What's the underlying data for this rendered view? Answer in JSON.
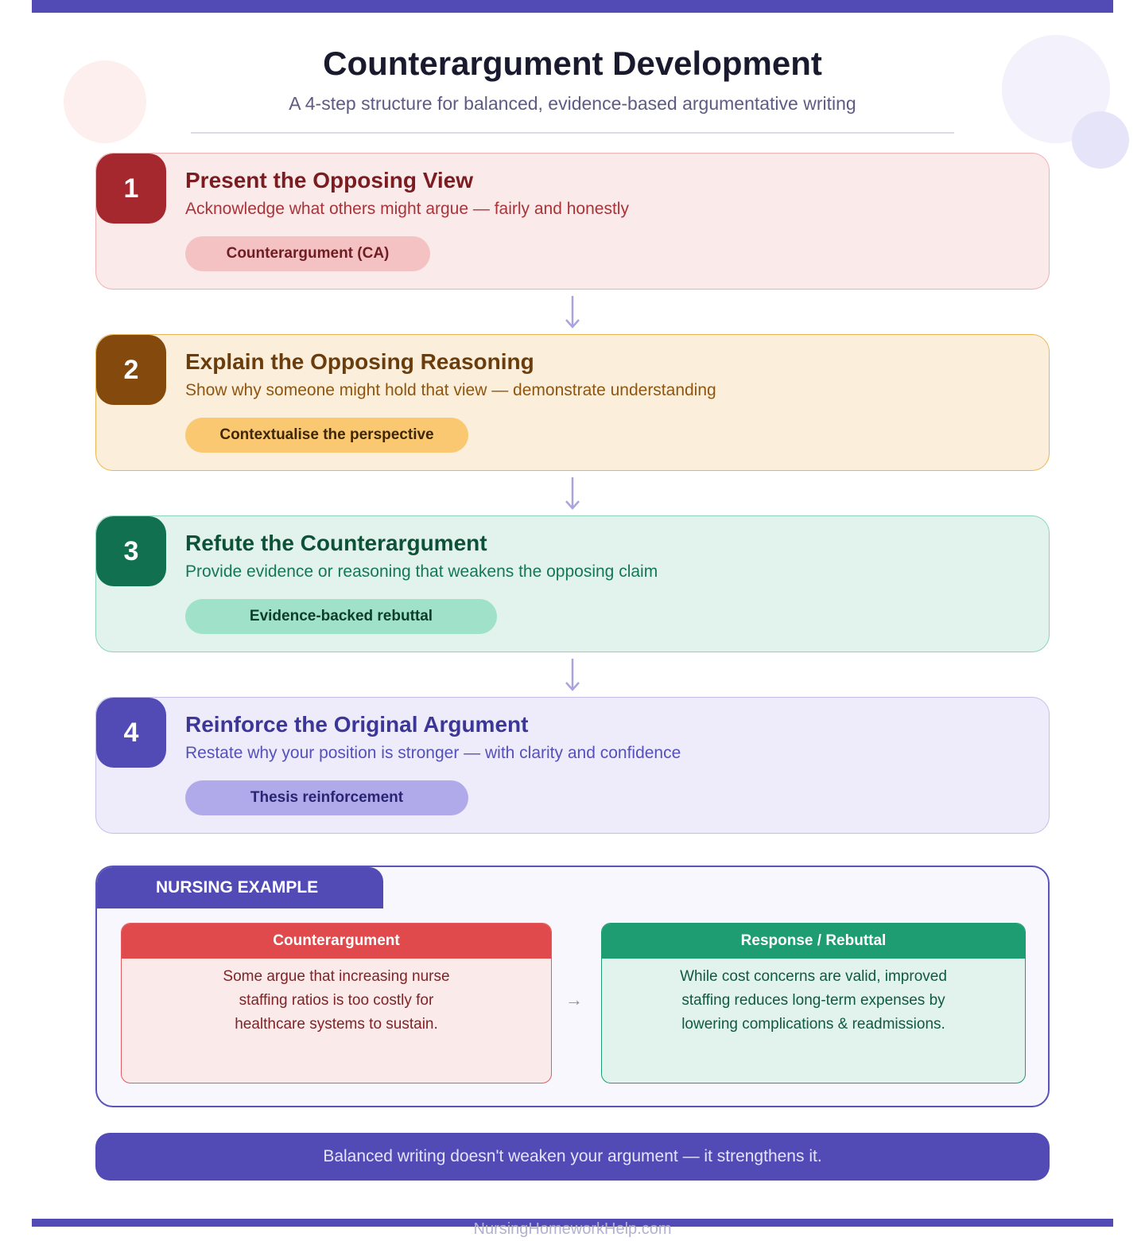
{
  "header": {
    "title": "Counterargument Development",
    "subtitle": "A 4-step structure for balanced, evidence-based argumentative writing"
  },
  "steps": [
    {
      "number": "1",
      "title": "Present the Opposing View",
      "description": "Acknowledge what others might argue — fairly and honestly",
      "tag": "Counterargument (CA)"
    },
    {
      "number": "2",
      "title": "Explain the Opposing Reasoning",
      "description": "Show why someone might hold that view — demonstrate understanding",
      "tag": "Contextualise the perspective"
    },
    {
      "number": "3",
      "title": "Refute the Counterargument",
      "description": "Provide evidence or reasoning that weakens the opposing claim",
      "tag": "Evidence-backed rebuttal"
    },
    {
      "number": "4",
      "title": "Reinforce the Original Argument",
      "description": "Restate why your position is stronger — with clarity and confidence",
      "tag": "Thesis reinforcement"
    }
  ],
  "example": {
    "label": "NURSING EXAMPLE",
    "counterargument": {
      "heading": "Counterargument",
      "lines": [
        "Some argue that increasing nurse",
        "staffing ratios is too costly for",
        "healthcare systems to sustain."
      ]
    },
    "arrow": "→",
    "rebuttal": {
      "heading": "Response / Rebuttal",
      "lines": [
        "While cost concerns are valid, improved",
        "staffing reduces long-term expenses by",
        "lowering complications & readmissions."
      ]
    }
  },
  "banner": "Balanced writing doesn't weaken your argument — it strengthens it.",
  "footer": "NursingHomeworkHelp.com",
  "colors": {
    "brand": "#524bb5",
    "step1": "#a4282e",
    "step2": "#84490d",
    "step3": "#10704f",
    "step4": "#524bb5",
    "counterargument": "#e04a4d",
    "rebuttal": "#1e9c72"
  },
  "icons": {
    "flow_arrow": "arrow-down-icon",
    "example_arrow": "arrow-right-icon"
  }
}
